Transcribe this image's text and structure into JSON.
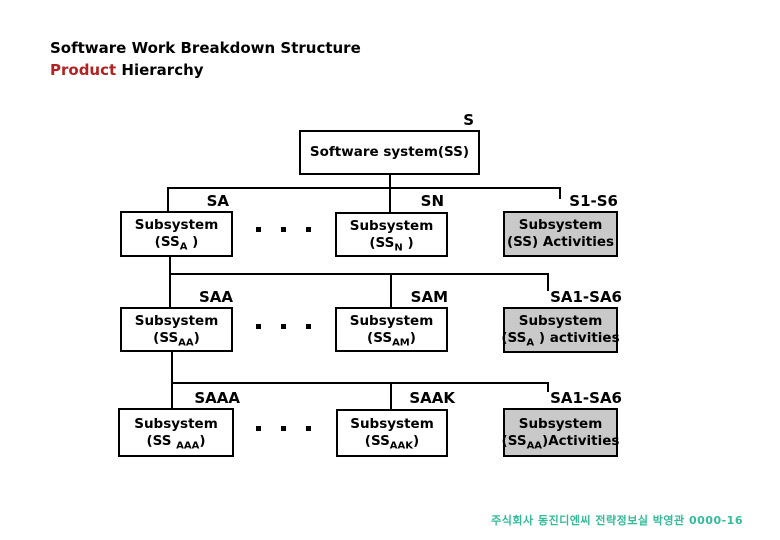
{
  "title": {
    "line1": "Software Work Breakdown Structure",
    "line2_red": "Product",
    "line2_black": " Hierarchy"
  },
  "colors": {
    "accent_red": "#b22222",
    "box_gray": "#c9c9c9",
    "footer_teal": "#33bb99",
    "line_black": "#000000"
  },
  "root": {
    "code": "S",
    "box_label": "Software system(SS)"
  },
  "rows": [
    {
      "left": {
        "code": "SA",
        "line1": "Subsystem",
        "pre": "(SS",
        "sub": "A",
        "post": " )"
      },
      "mid": {
        "code": "SN",
        "line1": "Subsystem",
        "pre": "(SS",
        "sub": "N",
        "post": " )"
      },
      "right": {
        "code": "S1-S6",
        "line1": "Subsystem",
        "pre": "(SS) Activities",
        "sub": "",
        "post": ""
      }
    },
    {
      "left": {
        "code": "SAA",
        "line1": "Subsystem",
        "pre": "(SS",
        "sub": "AA",
        "post": ")"
      },
      "mid": {
        "code": "SAM",
        "line1": "Subsystem",
        "pre": "(SS",
        "sub": "AM",
        "post": ")"
      },
      "right": {
        "code": "SA1-SA6",
        "line1": "Subsystem",
        "pre": "(SS",
        "sub": "A",
        "post": " ) activities"
      }
    },
    {
      "left": {
        "code": "SAAA",
        "line1": "Subsystem",
        "pre": "(SS ",
        "sub": "AAA",
        "post": ")"
      },
      "mid": {
        "code": "SAAK",
        "line1": "Subsystem",
        "pre": "(SS",
        "sub": "AAK",
        "post": ")"
      },
      "right": {
        "code": "SA1-SA6",
        "line1": "Subsystem",
        "pre": "(SS",
        "sub": "AA",
        "post": ")Activities"
      }
    }
  ],
  "footer": {
    "text": "주식회사 동진디엔씨 전략정보실 박영관 0000-16"
  }
}
